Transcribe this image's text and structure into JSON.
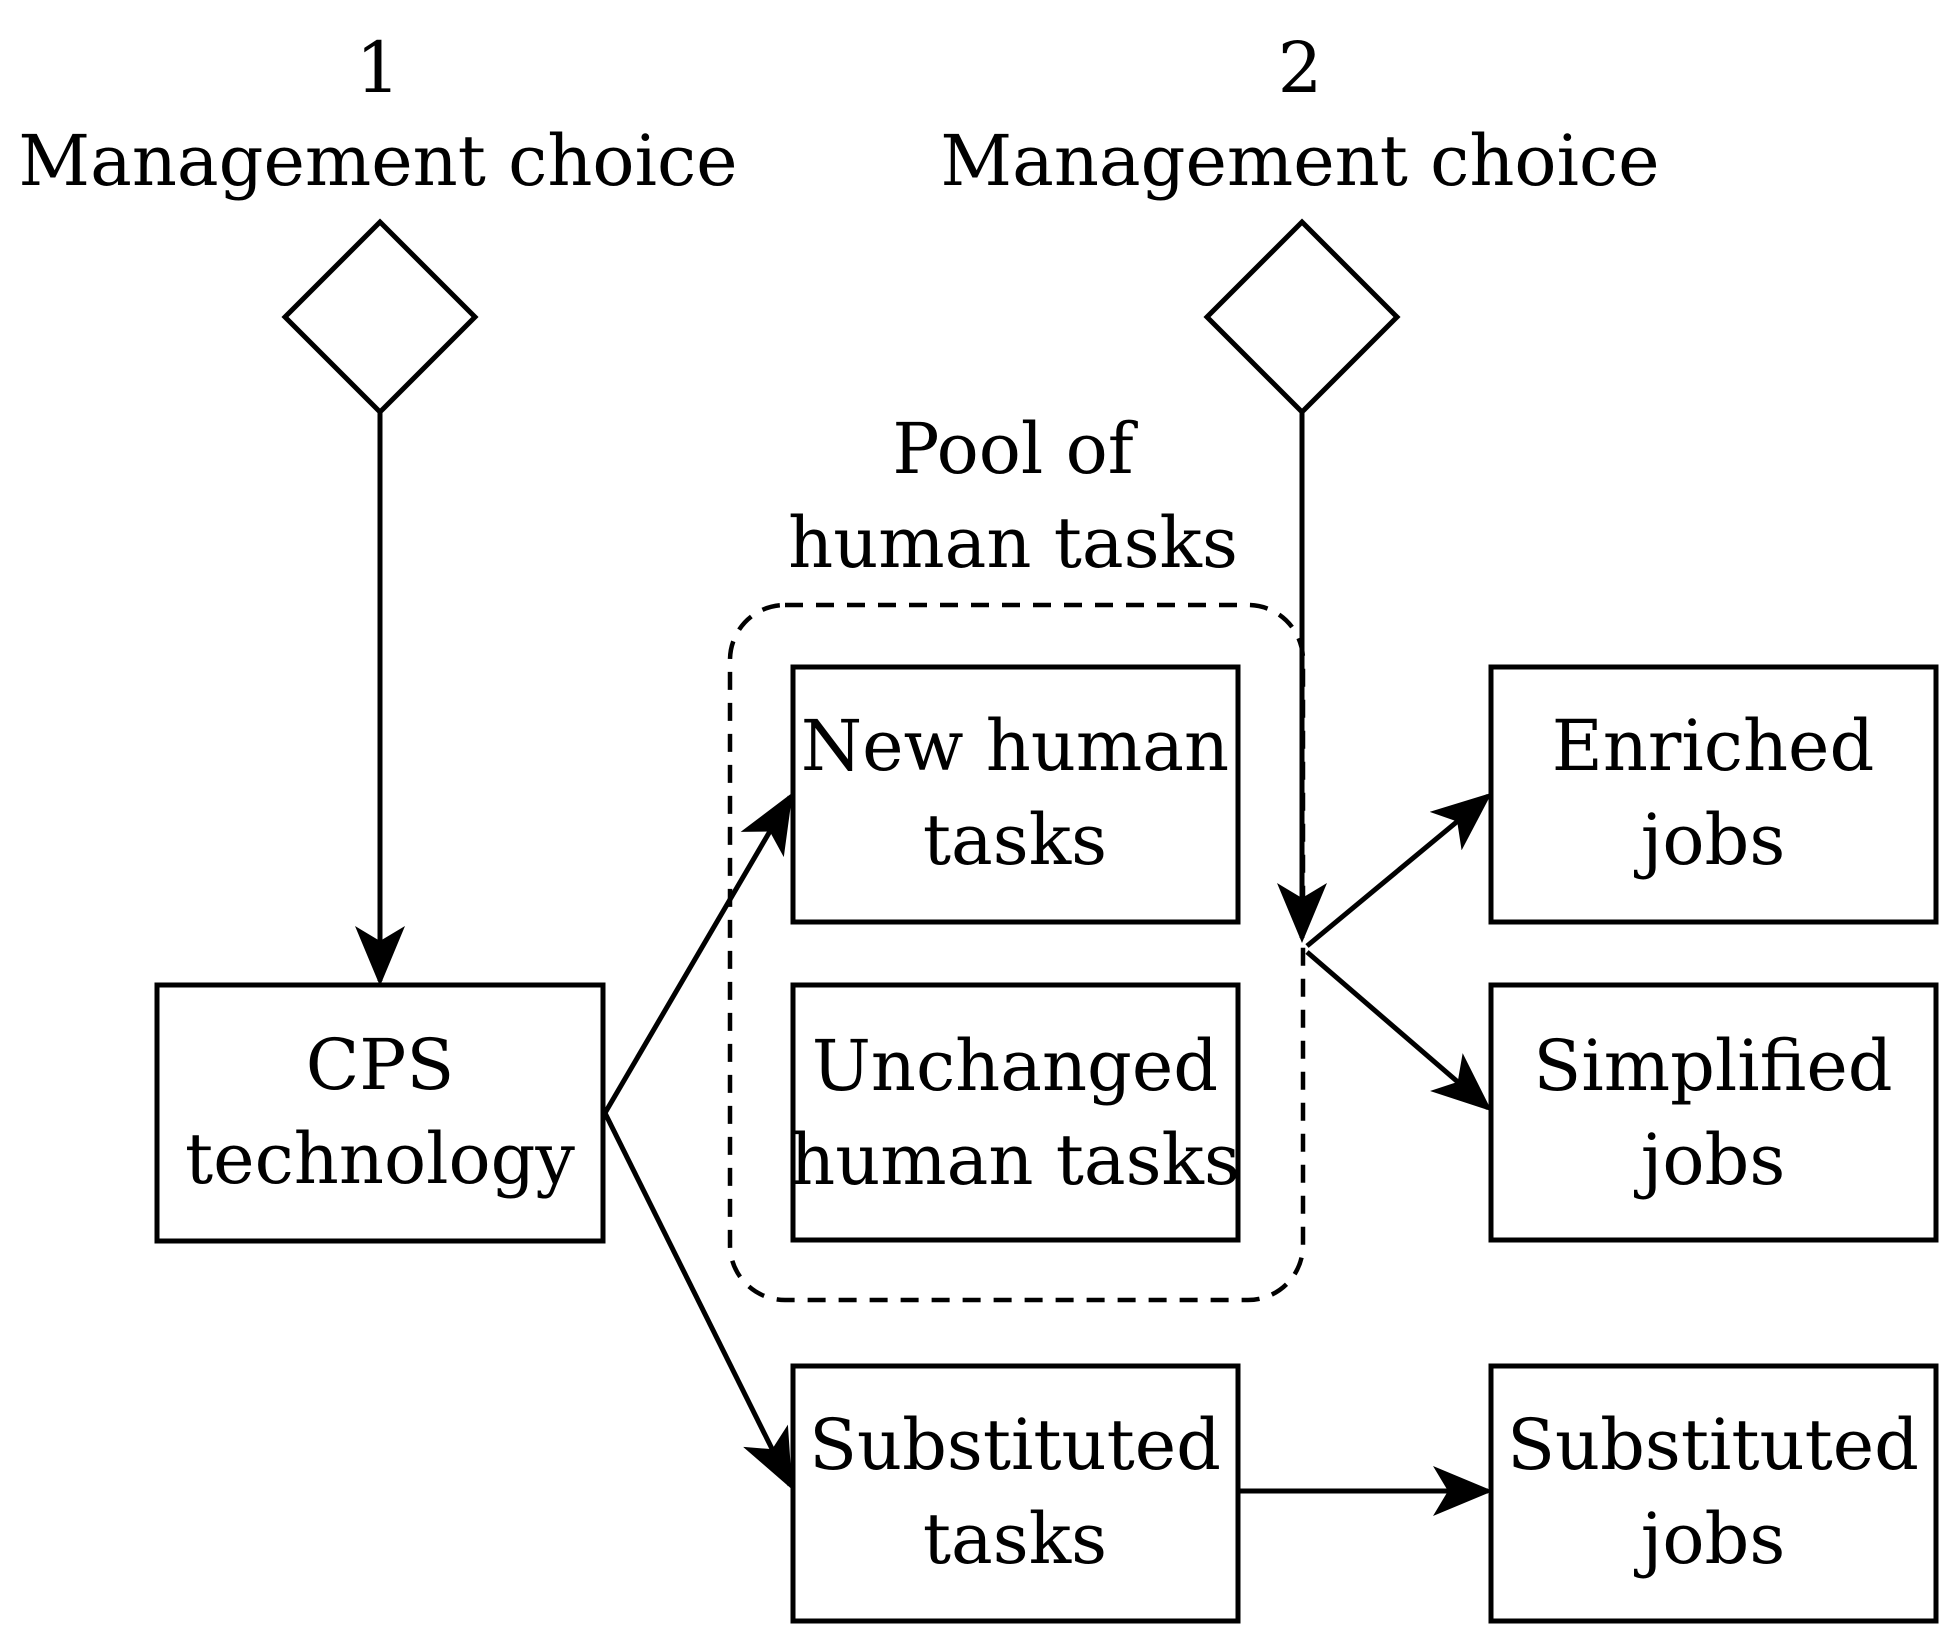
{
  "choices": {
    "one": {
      "number": "1",
      "label": "Management choice"
    },
    "two": {
      "number": "2",
      "label": "Management choice"
    }
  },
  "pool": {
    "line1": "Pool of",
    "line2": "human tasks"
  },
  "nodes": {
    "cps": {
      "line1": "CPS",
      "line2": "technology"
    },
    "new_tasks": {
      "line1": "New human",
      "line2": "tasks"
    },
    "unchanged_tasks": {
      "line1": "Unchanged",
      "line2": "human tasks"
    },
    "substituted_tasks": {
      "line1": "Substituted",
      "line2": "tasks"
    },
    "enriched_jobs": {
      "line1": "Enriched",
      "line2": "jobs"
    },
    "simplified_jobs": {
      "line1": "Simplified",
      "line2": "jobs"
    },
    "substituted_jobs": {
      "line1": "Substituted",
      "line2": "jobs"
    }
  }
}
